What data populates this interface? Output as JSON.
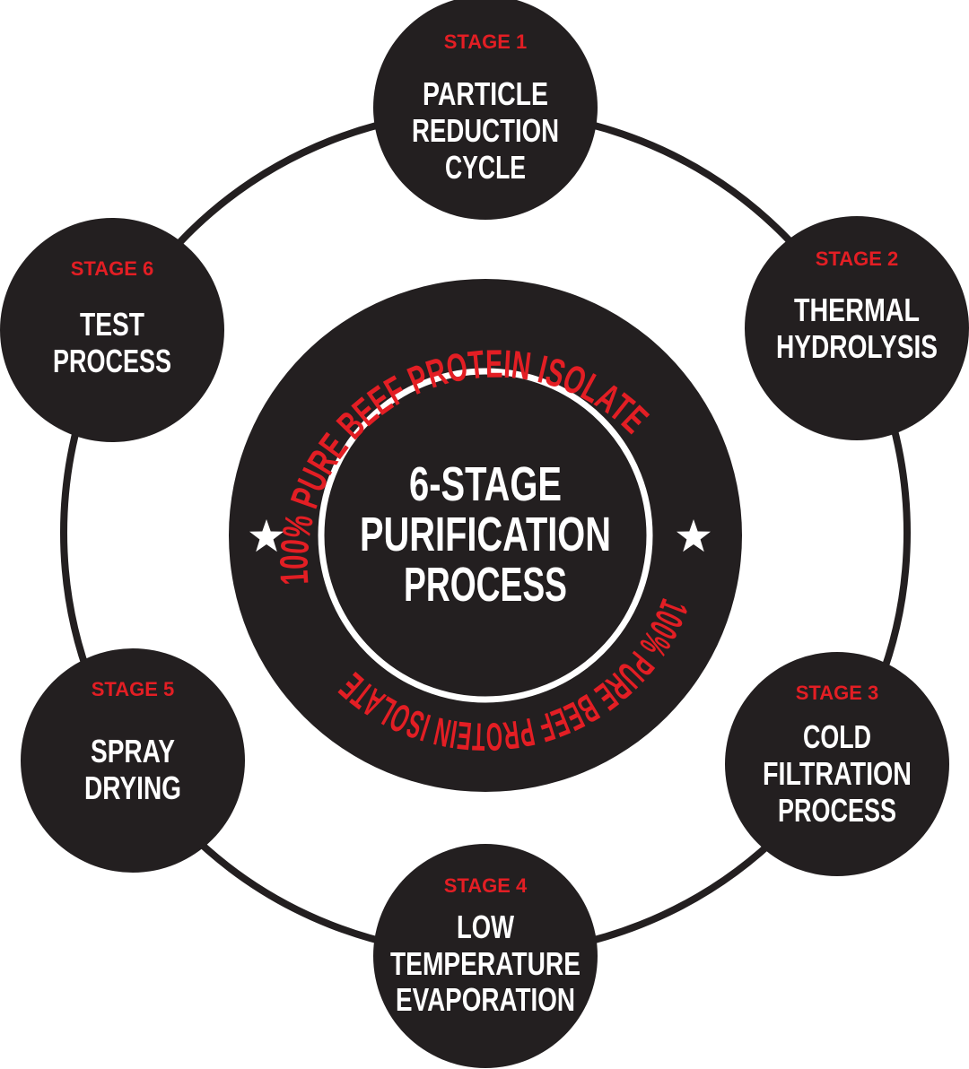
{
  "colors": {
    "dark": "#231f20",
    "accent": "#e31e24",
    "text": "#ffffff"
  },
  "center": {
    "title_lines": [
      "6-STAGE",
      "PURIFICATION",
      "PROCESS"
    ],
    "arc_top": "100% PURE BEEF PROTEIN ISOLATE",
    "arc_bottom": "100% PURE BEEF PROTEIN ISOLATE",
    "star_icon": "star-icon"
  },
  "stages": [
    {
      "label": "STAGE 1",
      "lines": [
        "PARTICLE",
        "REDUCTION",
        "CYCLE"
      ]
    },
    {
      "label": "STAGE 2",
      "lines": [
        "THERMAL",
        "HYDROLYSIS"
      ]
    },
    {
      "label": "STAGE 3",
      "lines": [
        "COLD",
        "FILTRATION",
        "PROCESS"
      ]
    },
    {
      "label": "STAGE 4",
      "lines": [
        "LOW",
        "TEMPERATURE",
        "EVAPORATION"
      ]
    },
    {
      "label": "STAGE 5",
      "lines": [
        "SPRAY",
        "DRYING"
      ]
    },
    {
      "label": "STAGE 6",
      "lines": [
        "TEST",
        "PROCESS"
      ]
    }
  ]
}
